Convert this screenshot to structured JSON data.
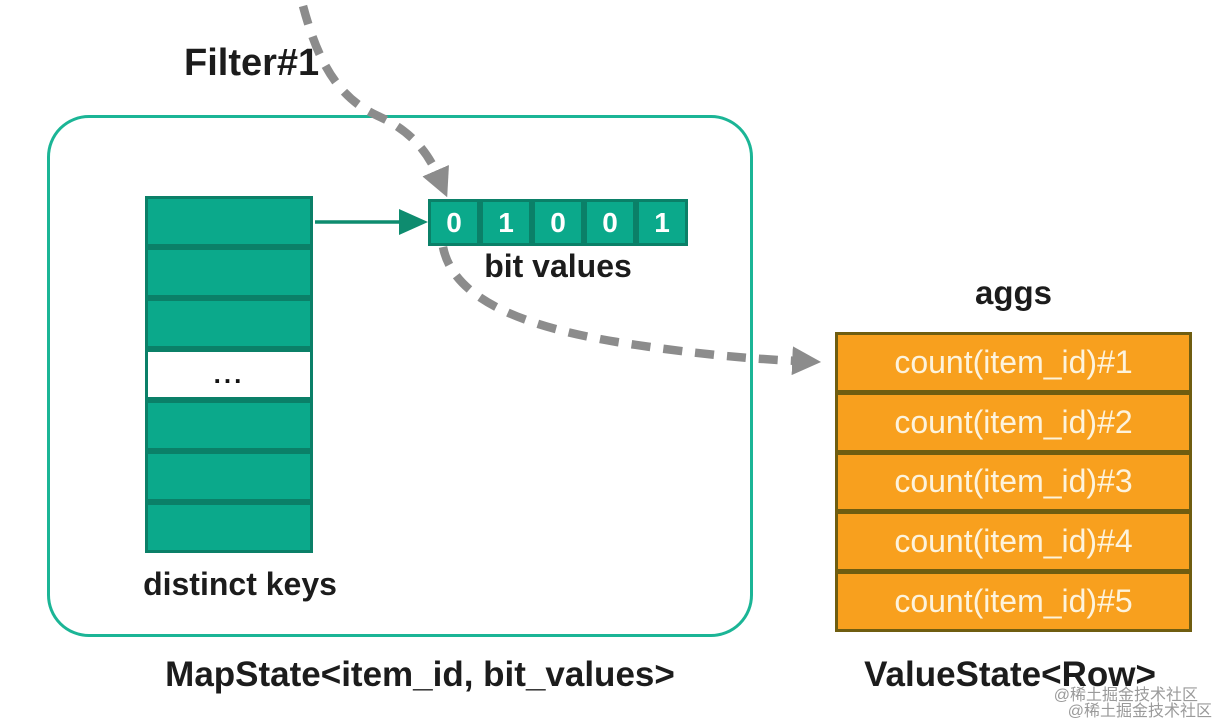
{
  "diagram": {
    "filter_label": "Filter#1",
    "mapstate": {
      "distinct_keys_label": "distinct keys",
      "ellipsis": "...",
      "bit_values_label": "bit values",
      "bits": [
        "0",
        "1",
        "0",
        "0",
        "1"
      ],
      "caption": "MapState<item_id, bit_values>"
    },
    "valuestate": {
      "aggs_label": "aggs",
      "rows": [
        "count(item_id)#1",
        "count(item_id)#2",
        "count(item_id)#3",
        "count(item_id)#4",
        "count(item_id)#5"
      ],
      "caption": "ValueState<Row>"
    },
    "watermark": {
      "line1": "@稀土掘金技术社区",
      "line2": "@稀土掘金技术社区"
    },
    "colors": {
      "teal_fill": "#0BA98B",
      "teal_border": "#0B8068",
      "outline": "#1BB596",
      "solid_arrow": "#0E8C6F",
      "orange_fill": "#F8A01E",
      "orange_border": "#6F5D10",
      "arrow_gray": "#8C8C8C"
    }
  }
}
